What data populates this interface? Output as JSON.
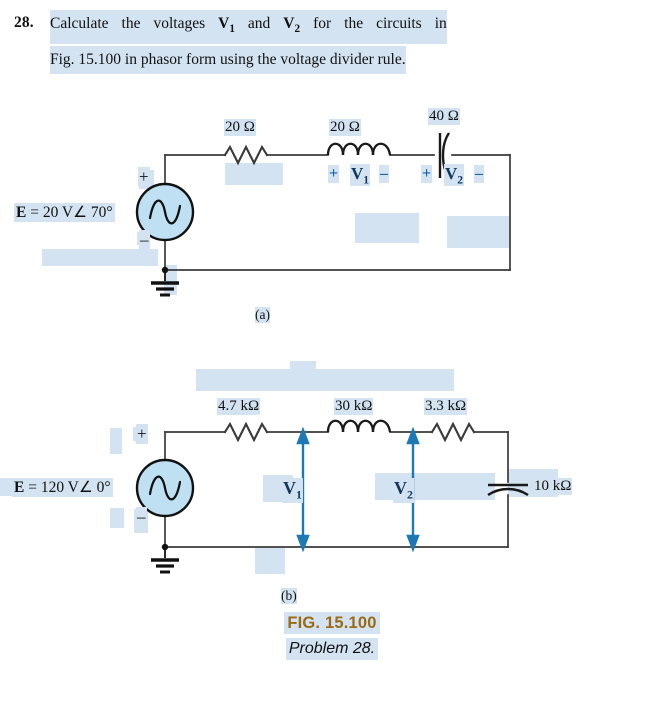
{
  "problem": {
    "number": "28.",
    "line1_a": "Calculate",
    "line1_b": "the",
    "line1_c": "voltages",
    "line1_v1": "V",
    "line1_v1sub": "1",
    "line1_and": "and",
    "line1_v2": "V",
    "line1_v2sub": "2",
    "line1_d": "for",
    "line1_e": "the",
    "line1_f": "circuits",
    "line1_g": "in",
    "line2": "Fig. 15.100 in phasor form using the voltage divider rule."
  },
  "circuit_a": {
    "label": "(a)",
    "source_prefix": "E",
    "source_value": " = 20 V∠ 70°",
    "plus_sign": "+",
    "minus_sign": "–",
    "r1_label": "20 Ω",
    "l1_label": "20 Ω",
    "c1_label": "40 Ω",
    "v1_plus": "+",
    "v1_name": "V",
    "v1_sub": "1",
    "v1_minus": "–",
    "v2_plus": "+",
    "v2_name": "V",
    "v2_sub": "2",
    "v2_minus": "–"
  },
  "circuit_b": {
    "label": "(b)",
    "source_prefix": "E",
    "source_value": " = 120 V∠ 0°",
    "plus_sign": "+",
    "minus_sign": "–",
    "r1_label": "4.7 kΩ",
    "l1_label": "30 kΩ",
    "r2_label": "3.3 kΩ",
    "c1_label": "10 kΩ",
    "v1_name": "V",
    "v1_sub": "1",
    "v2_name": "V",
    "v2_sub": "2"
  },
  "caption": {
    "figure_number": "FIG. 15.100",
    "figure_subtitle": "Problem 28."
  },
  "colors": {
    "highlight": "#d3e3f2",
    "wire": "#3a3a3a",
    "source_fill": "#bfe0f2",
    "arrow_blue": "#1d79b5",
    "label_navy": "#10375c",
    "sign_blue": "#1565a8",
    "fig_brown": "#9b6a14"
  }
}
